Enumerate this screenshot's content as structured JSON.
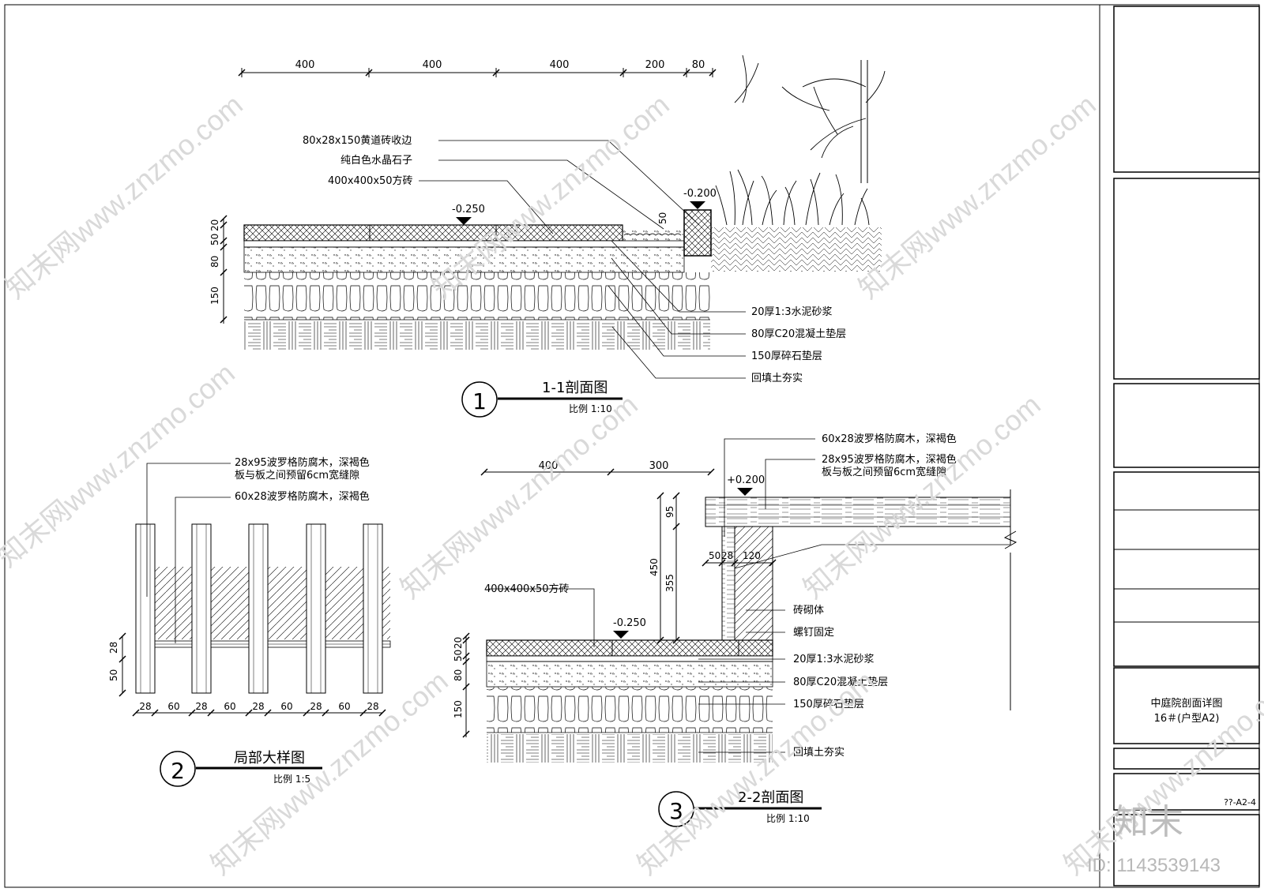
{
  "section1": {
    "dims_top": [
      "400",
      "400",
      "400",
      "200",
      "80"
    ],
    "dims_left": [
      "20",
      "50",
      "80",
      "150"
    ],
    "dim_curb": "50",
    "elev_paving": "-0.250",
    "elev_curb": "-0.200",
    "label_curb": "80x28x150黄道砖收边",
    "label_pebble": "纯白色水晶石子",
    "label_tile": "400x400x50方砖",
    "label_mortar": "20厚1:3水泥砂浆",
    "label_concrete": "80厚C20混凝土垫层",
    "label_gravel": "150厚碎石垫层",
    "label_fill": "回填土夯实",
    "number": "1",
    "title": "1-1剖面图",
    "scale": "比例 1:10"
  },
  "section2": {
    "label_board_1": "28x95波罗格防腐木，深褐色",
    "label_board_2": "板与板之间预留6cm宽缝隙",
    "label_joist": "60x28波罗格防腐木，深褐色",
    "dims_left": [
      "28",
      "50"
    ],
    "dims_bottom": [
      "28",
      "60",
      "28",
      "60",
      "28",
      "60",
      "28",
      "60",
      "28"
    ],
    "number": "2",
    "title": "局部大样图",
    "scale": "比例 1:5"
  },
  "section3": {
    "label_joist": "60x28波罗格防腐木，深褐色",
    "label_board_1": "28x95波罗格防腐木，深褐色",
    "label_board_2": "板与板之间预留6cm宽缝隙",
    "elev_deck": "+0.200",
    "elev_paving": "-0.250",
    "dims_top": [
      "400",
      "300"
    ],
    "dim_95": "95",
    "dim_450": "450",
    "dim_355": "355",
    "dims_wall": [
      "50",
      "28",
      "120"
    ],
    "dims_left": [
      "20",
      "50",
      "80",
      "150"
    ],
    "label_tile": "400x400x50方砖",
    "label_brick": "砖砌体",
    "label_screw": "螺钉固定",
    "label_mortar": "20厚1:3水泥砂浆",
    "label_concrete": "80厚C20混凝土垫层",
    "label_gravel": "150厚碎石垫层",
    "label_fill": "回填土夯实",
    "number": "3",
    "title": "2-2剖面图",
    "scale": "比例 1:10"
  },
  "title_block": {
    "drawing_name": "中庭院剖面详图",
    "unit": "16＃(户型A2)",
    "sheet_no": "??-A2-4"
  },
  "watermark": {
    "site": "知末网www.znzmo.com",
    "brand": "知末",
    "id": "ID: 1143539143"
  }
}
